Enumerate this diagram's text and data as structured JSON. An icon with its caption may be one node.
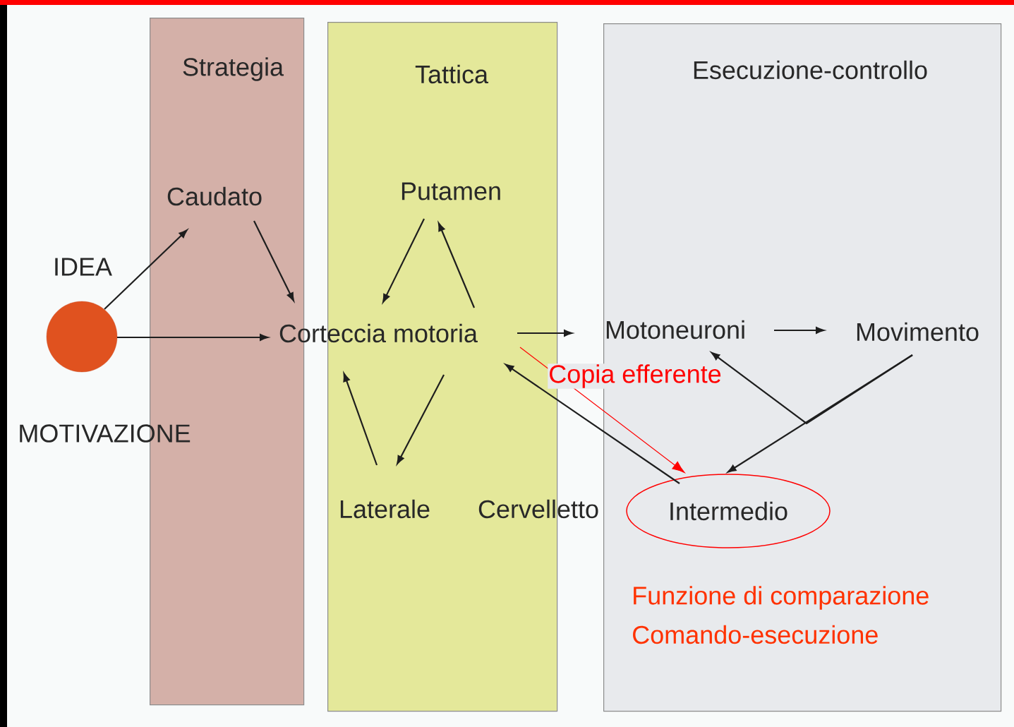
{
  "diagram": {
    "nodes": [
      {
        "text": [
          "Strategia"
        ]
      },
      {
        "text": [
          "Tattica"
        ]
      },
      {
        "text": [
          "Esecuzione-controllo"
        ]
      },
      {
        "text": [],
        "shape": "circle",
        "beside": [
          "IDEA",
          "MOTIVAZIONE"
        ]
      },
      {
        "text": [
          "Caudato"
        ],
        "in": 0
      },
      {
        "text": [
          "Putamen"
        ],
        "in": 1
      },
      {
        "text": [
          "Corteccia motoria"
        ]
      },
      {
        "text": [
          "Motoneuroni"
        ],
        "in": 2
      },
      {
        "text": [
          "Movimento"
        ],
        "in": 2
      },
      {
        "text": [
          "Laterale"
        ],
        "in": 1
      },
      {
        "text": [
          "Intermedio"
        ],
        "in": 2
      }
    ],
    "edges": [
      {
        "from": 3,
        "to": 4,
        "arrow": "to"
      },
      {
        "from": 3,
        "to": 6,
        "arrow": "to"
      },
      {
        "from": 4,
        "to": 6,
        "arrow": "to"
      },
      {
        "from": 6,
        "to": 5,
        "arrow": "to"
      },
      {
        "from": 5,
        "to": 6,
        "arrow": "to"
      },
      {
        "from": 6,
        "to": 9,
        "arrow": "to"
      },
      {
        "from": 9,
        "to": 6,
        "arrow": "to"
      },
      {
        "from": 6,
        "to": 7,
        "arrow": "to"
      },
      {
        "from": 7,
        "to": 8,
        "arrow": "to"
      },
      {
        "from": 10,
        "to": 6,
        "arrow": "to"
      },
      {
        "from": 8,
        "to": 7,
        "arrow": "to"
      },
      {
        "from": 8,
        "to": 10,
        "arrow": "to"
      },
      {
        "from": 6,
        "to": 10,
        "arrow": "to",
        "label": "Copia efferente",
        "color": "#ff0000"
      }
    ],
    "labels": [
      "Cervelletto",
      "Funzione di comparazione",
      "Comando-esecuzione"
    ]
  }
}
